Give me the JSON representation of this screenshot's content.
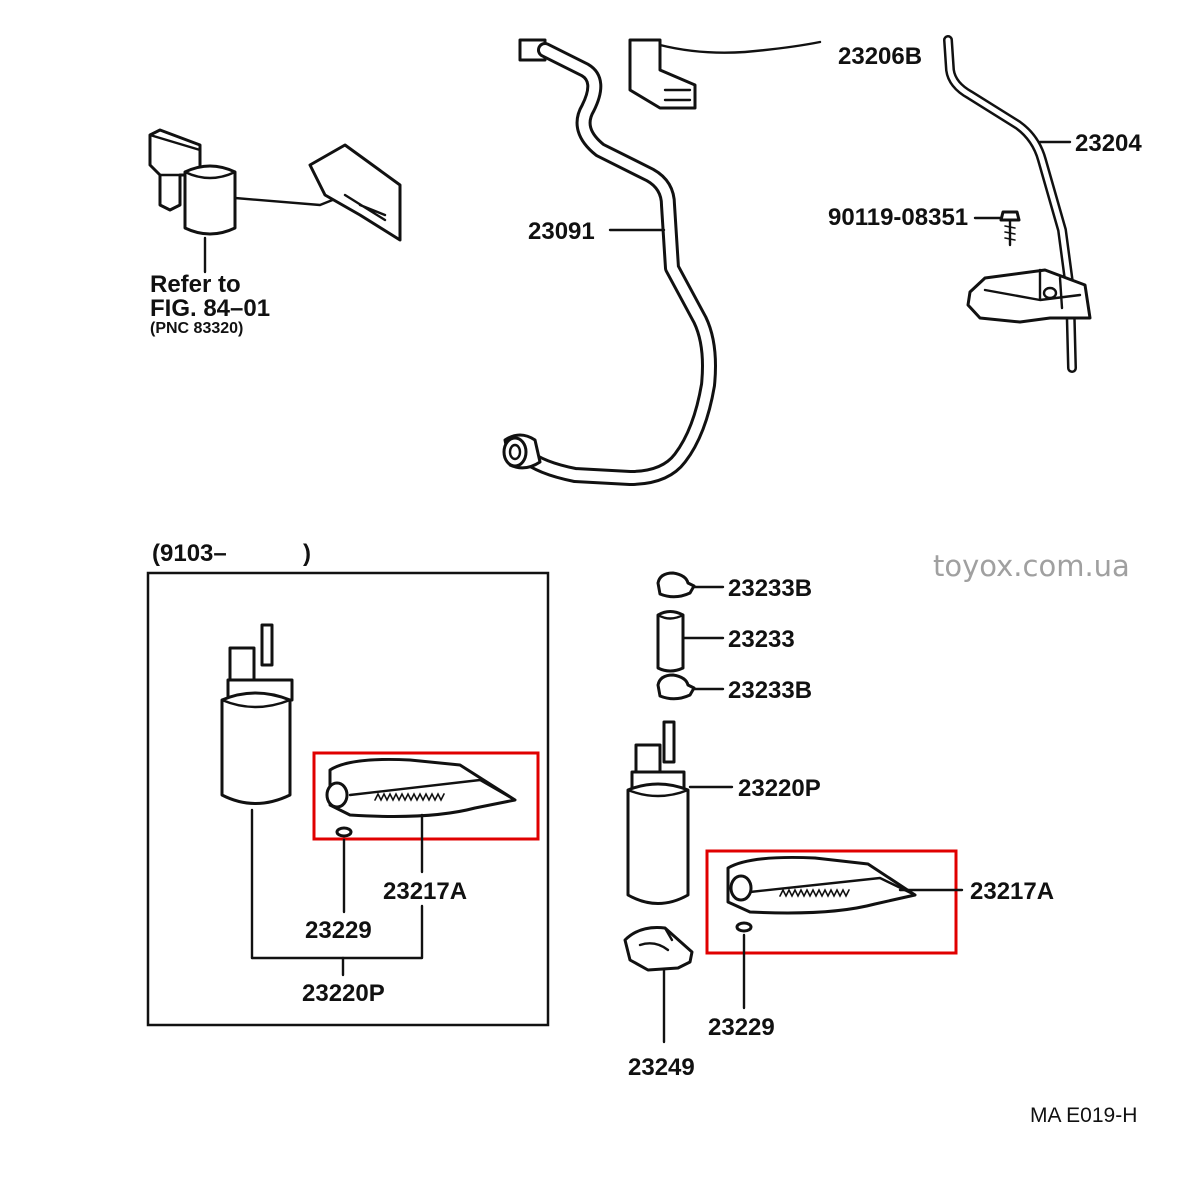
{
  "labels": {
    "p23206B": "23206B",
    "p23204": "23204",
    "p23091": "23091",
    "p90119": "90119-08351",
    "refer_line1": "Refer to",
    "refer_line2": "FIG. 84–01",
    "refer_line3": "(PNC 83320)",
    "range": "(9103–",
    "range_close": ")",
    "p23233B_top": "23233B",
    "p23233": "23233",
    "p23233B_bottom": "23233B",
    "p23220P_right": "23220P",
    "p23217A_left": "23217A",
    "p23229_left": "23229",
    "p23220P_left": "23220P",
    "p23217A_right": "23217A",
    "p23229_right": "23229",
    "p23249": "23249",
    "figure_code": "MA E019-H"
  },
  "watermark": "toyox.com.ua",
  "colors": {
    "highlight": "#e00000",
    "ink": "#111111",
    "watermark": "#a0a0a0"
  }
}
